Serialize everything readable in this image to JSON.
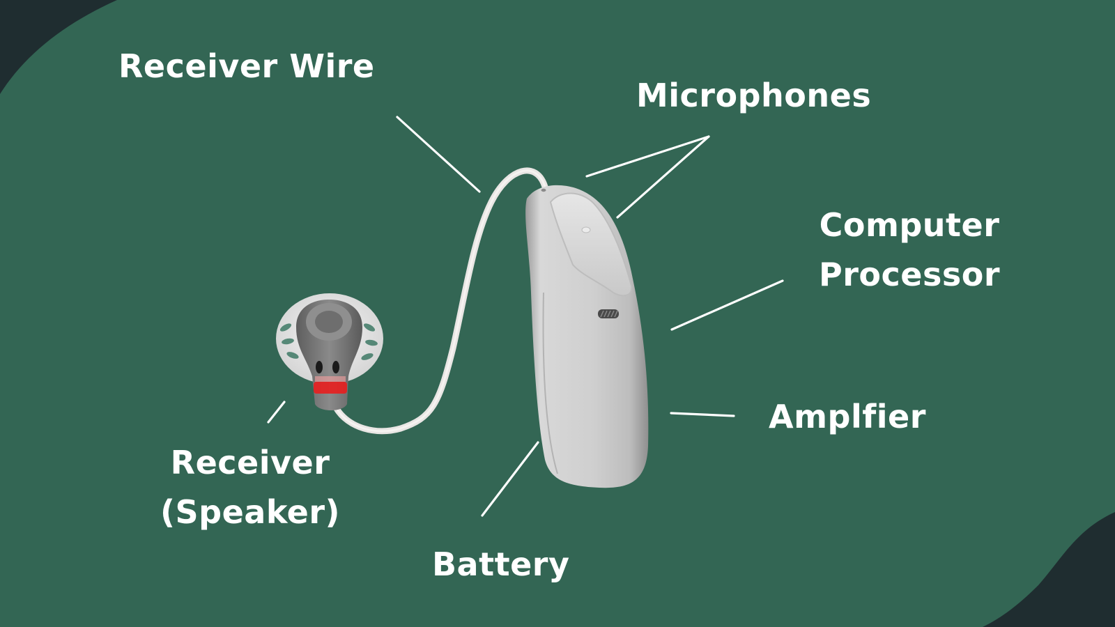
{
  "colors": {
    "background": "#336654",
    "corner": "#1f2d30",
    "text": "#ffffff",
    "leader_line": "#ffffff",
    "device_body": "#cfcfcf",
    "receiver_tip": "#7a7a7a",
    "receiver_accent": "#e81e1e",
    "dome": "#e8e8e8"
  },
  "diagram": {
    "subject": "Receiver-in-canal hearing aid",
    "labels": {
      "receiver_wire": "Receiver Wire",
      "microphones": "Microphones",
      "computer_processor_line1": "Computer",
      "computer_processor_line2": "Processor",
      "amplifier": "Amplfier",
      "receiver_line1": "Receiver",
      "receiver_line2": "(Speaker)",
      "battery": "Battery"
    }
  }
}
